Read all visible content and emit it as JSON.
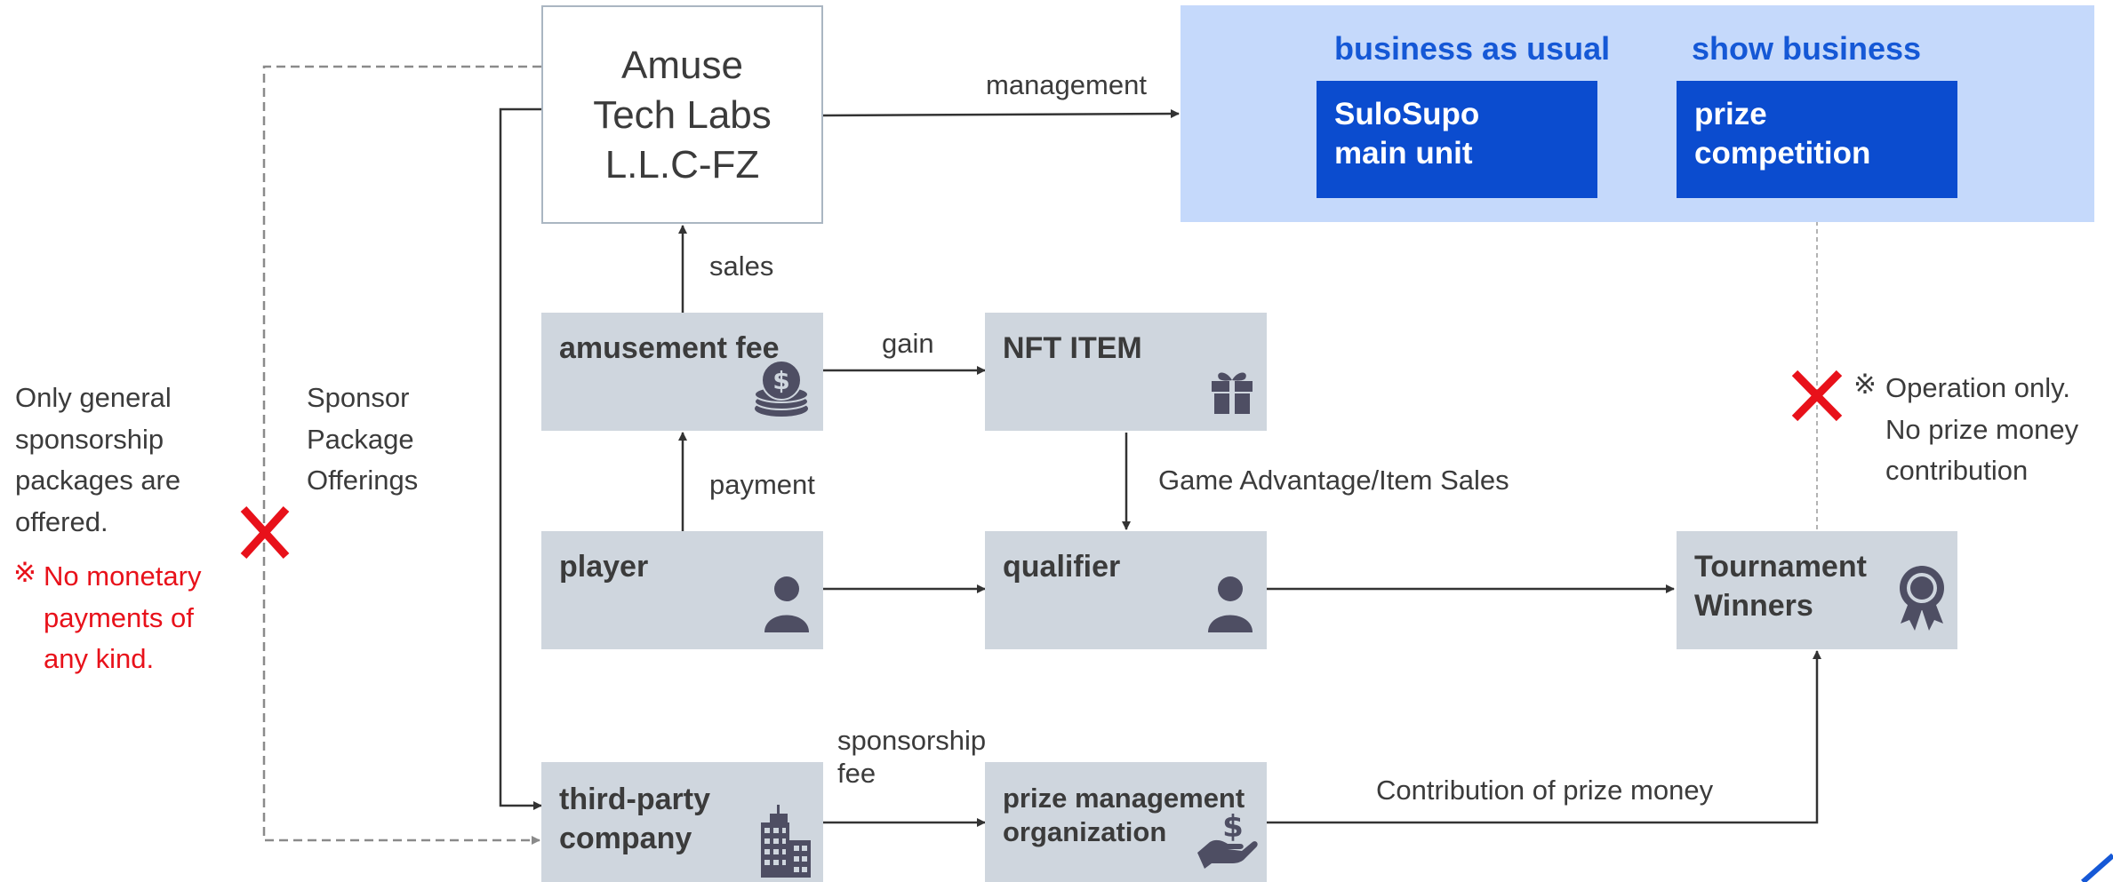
{
  "company": {
    "name": "Amuse\nTech Labs\nL.L.C-FZ"
  },
  "top_section": {
    "business_label": "business as usual",
    "show_label": "show business",
    "main_unit": "SuloSupo\nmain unit",
    "prize_competition": "prize\ncompetition"
  },
  "nodes": {
    "amusement_fee": "amusement fee",
    "nft_item": "NFT ITEM",
    "player": "player",
    "qualifier": "qualifier",
    "tournament_winners": "Tournament\nWinners",
    "third_party": "third-party\ncompany",
    "prize_org": "prize management\norganization"
  },
  "edges": {
    "management": "management",
    "sales": "sales",
    "gain": "gain",
    "payment": "payment",
    "game_advantage": "Game Advantage/Item Sales",
    "sponsorship_fee": "sponsorship\nfee",
    "contribution": "Contribution of prize money",
    "sponsor_package": "Sponsor\nPackage\nOfferings"
  },
  "notes": {
    "general_sponsorship": "Only general\nsponsorship\npackages are\noffered.",
    "no_monetary_mark": "※",
    "no_monetary": "No monetary\npayments of\nany kind.",
    "operation_mark": "※",
    "operation_only": "Operation only.\nNo prize money\ncontribution"
  },
  "icons": {
    "coin": "coin-stack-icon",
    "gift": "gift-icon",
    "person": "person-icon",
    "award": "award-ribbon-icon",
    "building": "building-icon",
    "money_hand": "money-hand-icon",
    "cross": "red-cross-icon"
  },
  "colors": {
    "box_gray": "#cfd6de",
    "blue_area": "#c5d9fb",
    "blue_box": "#0b4ccf",
    "blue_text": "#1558d6",
    "red": "#e8111a",
    "icon": "#4e4e63"
  }
}
